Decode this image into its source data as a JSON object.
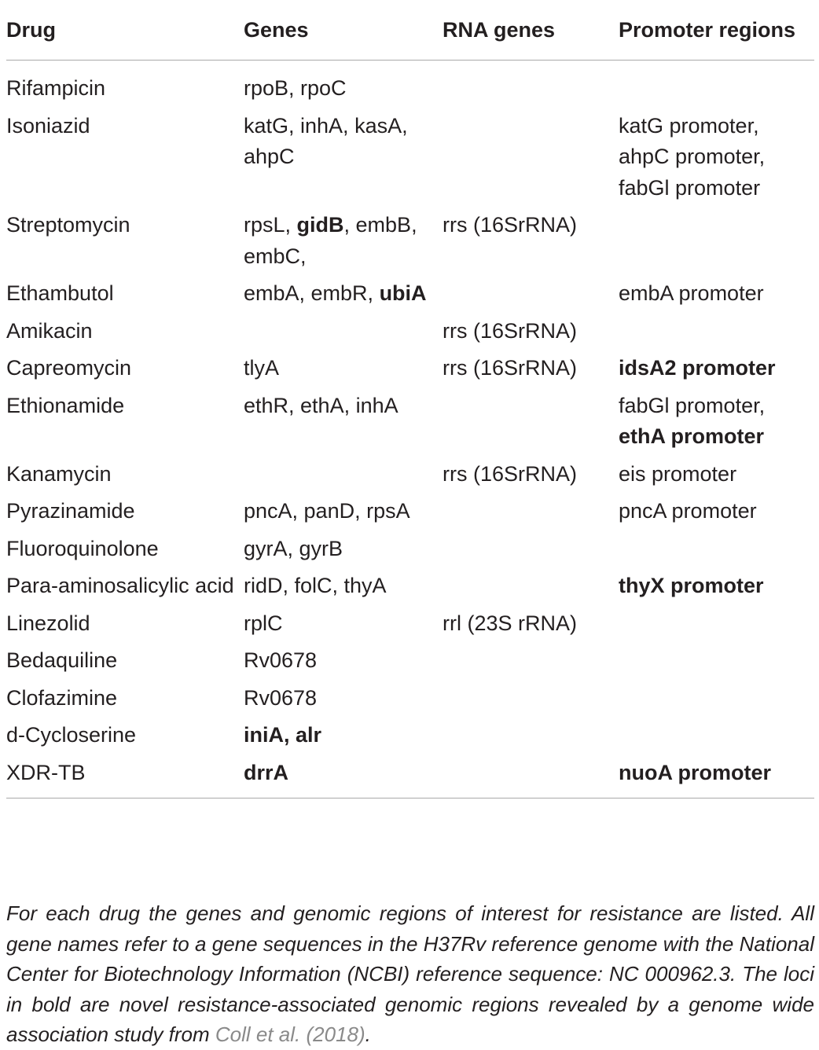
{
  "table": {
    "headers": [
      "Drug",
      "Genes",
      "RNA genes",
      "Promoter regions"
    ],
    "rows": [
      {
        "drug": "Rifampicin",
        "genes": [
          {
            "t": "rpoB, rpoC"
          }
        ],
        "rna": "",
        "promoters": [
          {
            "t": ""
          }
        ]
      },
      {
        "drug": "Isoniazid",
        "genes": [
          {
            "t": "katG, inhA, kasA, ahpC"
          }
        ],
        "rna": "",
        "promoters": [
          {
            "t": "katG promoter, ahpC promoter, fabGl promoter"
          }
        ]
      },
      {
        "drug": "Streptomycin",
        "genes": [
          {
            "t": "rpsL, "
          },
          {
            "t": "gidB",
            "b": true
          },
          {
            "t": ", embB, embC,"
          }
        ],
        "rna": "rrs (16SrRNA)",
        "promoters": [
          {
            "t": ""
          }
        ]
      },
      {
        "drug": "Ethambutol",
        "genes": [
          {
            "t": "embA, embR, "
          },
          {
            "t": "ubiA",
            "b": true
          }
        ],
        "rna": "",
        "promoters": [
          {
            "t": "embA promoter"
          }
        ]
      },
      {
        "drug": "Amikacin",
        "genes": [
          {
            "t": ""
          }
        ],
        "rna": "rrs (16SrRNA)",
        "promoters": [
          {
            "t": ""
          }
        ]
      },
      {
        "drug": "Capreomycin",
        "genes": [
          {
            "t": "tlyA"
          }
        ],
        "rna": "rrs (16SrRNA)",
        "promoters": [
          {
            "t": "idsA2 promoter",
            "b": true
          }
        ]
      },
      {
        "drug": "Ethionamide",
        "genes": [
          {
            "t": "ethR, ethA, inhA"
          }
        ],
        "rna": "",
        "promoters": [
          {
            "t": "fabGl promoter, "
          },
          {
            "t": "ethA promoter",
            "b": true
          }
        ]
      },
      {
        "drug": "Kanamycin",
        "genes": [
          {
            "t": ""
          }
        ],
        "rna": "rrs (16SrRNA)",
        "promoters": [
          {
            "t": "eis promoter"
          }
        ]
      },
      {
        "drug": "Pyrazinamide",
        "genes": [
          {
            "t": "pncA, panD, rpsA"
          }
        ],
        "rna": "",
        "promoters": [
          {
            "t": "pncA promoter"
          }
        ]
      },
      {
        "drug": "Fluoroquinolone",
        "genes": [
          {
            "t": "gyrA, gyrB"
          }
        ],
        "rna": "",
        "promoters": [
          {
            "t": ""
          }
        ]
      },
      {
        "drug": "Para-aminosalicylic acid",
        "genes": [
          {
            "t": "ridD, folC, thyA"
          }
        ],
        "rna": "",
        "promoters": [
          {
            "t": "thyX promoter",
            "b": true
          }
        ]
      },
      {
        "drug": "Linezolid",
        "genes": [
          {
            "t": "rplC"
          }
        ],
        "rna": "rrl (23S rRNA)",
        "promoters": [
          {
            "t": ""
          }
        ]
      },
      {
        "drug": "Bedaquiline",
        "genes": [
          {
            "t": "Rv0678"
          }
        ],
        "rna": "",
        "promoters": [
          {
            "t": ""
          }
        ]
      },
      {
        "drug": "Clofazimine",
        "genes": [
          {
            "t": "Rv0678"
          }
        ],
        "rna": "",
        "promoters": [
          {
            "t": ""
          }
        ]
      },
      {
        "drug": "d-Cycloserine",
        "genes": [
          {
            "t": "iniA, alr",
            "b": true
          }
        ],
        "rna": "",
        "promoters": [
          {
            "t": ""
          }
        ]
      },
      {
        "drug": "XDR-TB",
        "genes": [
          {
            "t": "drrA",
            "b": true
          }
        ],
        "rna": "",
        "promoters": [
          {
            "t": "nuoA promoter",
            "b": true
          }
        ]
      }
    ]
  },
  "footnote": {
    "text": "For each drug the genes and genomic regions of interest for resistance are listed. All gene names refer to a gene sequences in the H37Rv reference genome with the National Center for Biotechnology Information (NCBI) reference sequence: NC 000962.3. The loci in bold are novel resistance-associated genomic regions revealed by a genome wide association study from ",
    "ref": "Coll et al. (2018)",
    "end": "."
  },
  "colors": {
    "text": "#231f20",
    "rule": "#a9a9a9",
    "ref_link": "#8a8a8a"
  }
}
